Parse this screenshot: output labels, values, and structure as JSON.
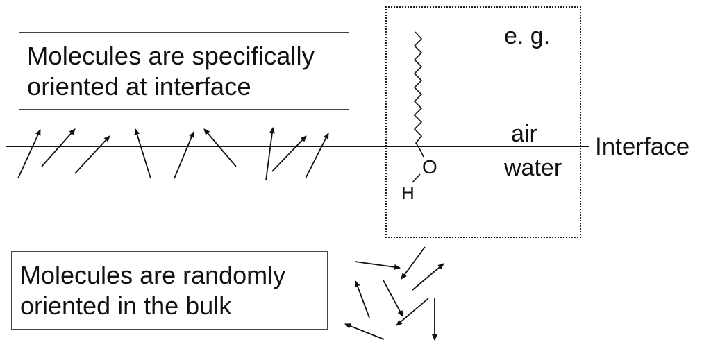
{
  "top_box": {
    "text": "Molecules are specifically\noriented at interface"
  },
  "bottom_box": {
    "text": "Molecules are randomly\noriented in the bulk"
  },
  "example": {
    "eg_label": "e. g.",
    "air_label": "air",
    "water_label": "water",
    "oxygen_label": "O",
    "hydrogen_label": "H"
  },
  "interface_label": "Interface",
  "colors": {
    "ink": "#111111",
    "box_border": "#444444"
  }
}
